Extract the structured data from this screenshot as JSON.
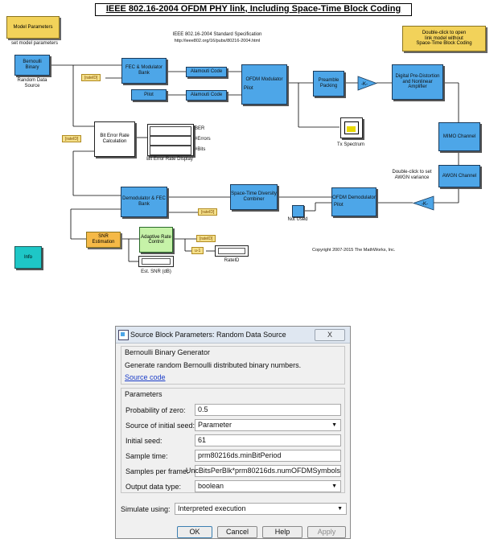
{
  "diagram": {
    "title": "IEEE 802.16-2004 OFDM PHY link, Including Space-Time Block Coding",
    "spec_line1": "IEEE 802.16-2004 Standard Specification",
    "spec_line2": "http://ieee802.org/16/pubs/80216-2004.html",
    "copyright": "Copyright 2007-2015 The MathWorks, Inc.",
    "model_params_label": "Model Parameters",
    "set_model_params": "set model parameters",
    "double_click_line1": "Double-click to open",
    "double_click_line2": "link model without",
    "double_click_line3": "Space-Time Block Coding",
    "blocks": {
      "bernoulli": "Bernoulli Binary",
      "bernoulli_caption1": "Random Data",
      "bernoulli_caption2": "Source",
      "fec_mod": "FEC & Modulator Bank",
      "alamouti1": "Alamouti Code",
      "alamouti2": "Alamouti Code",
      "pilot": "Pilot",
      "ofdm_mod": "OFDM Modulator",
      "ofdm_mod_pilot": "Pilot",
      "preamble": "Preamble Packing",
      "gain_tx": "-K-",
      "predistortion": "Digital Pre-Distortion and Nonlinear Amplifier",
      "tx_spectrum": "Tx Spectrum",
      "mimo": "MIMO Channel",
      "awgn": "AWGN Channel",
      "awgn_note1": "Double-click to set",
      "awgn_note2": "AWGN variance",
      "gain_rx": "-K-",
      "ofdm_demod": "OFDM Demodulator",
      "ofdm_demod_pilot": "Pilot",
      "stdc": "Space-Time Diversity Combiner",
      "not_used": "Not Used",
      "demod_fec": "Demodulator & FEC Bank",
      "ber_calc": "Bit Error Rate Calculation",
      "ber_display": "Bit Error Rate Display",
      "ber_label": "BER",
      "errors_label": "#Errors",
      "bits_label": "#Bits",
      "snr_est": "SNR Estimation",
      "adaptive": "Adaptive Rate Control",
      "est_snr": "Est. SNR (dB)",
      "u1": "u-1",
      "rateid": "RateID",
      "info": "Info"
    },
    "tags": {
      "rate_in_1": "[rateID]",
      "rate_in_2": "[rateID]",
      "rate_in_3": "[rateID]",
      "rate_out": "[rateID]"
    }
  },
  "dialog": {
    "title": "Source Block Parameters: Random Data Source",
    "close_glyph": "X",
    "block_name": "Bernoulli Binary Generator",
    "description": "Generate random Bernoulli distributed binary numbers.",
    "source_code_link": "Source code",
    "parameters_heading": "Parameters",
    "fields": {
      "prob_zero_label": "Probability of zero:",
      "prob_zero_value": "0.5",
      "seed_source_label": "Source of initial seed:",
      "seed_source_value": "Parameter",
      "initial_seed_label": "Initial seed:",
      "initial_seed_value": "61",
      "sample_time_label": "Sample time:",
      "sample_time_value": "prm80216ds.minBitPeriod",
      "samples_per_frame_label": "Samples per frame:",
      "samples_per_frame_value": "UncBitsPerBlk*prm80216ds.numOFDMSymbols",
      "output_type_label": "Output data type:",
      "output_type_value": "boolean"
    },
    "simulate_label": "Simulate using:",
    "simulate_value": "Interpreted execution",
    "buttons": {
      "ok": "OK",
      "cancel": "Cancel",
      "help": "Help",
      "apply": "Apply"
    }
  },
  "colors": {
    "block_blue": "#4da6e8",
    "annotation_yellow": "#f2d25a",
    "info_cyan": "#1ec7c7",
    "adaptive_green": "#c6f2a8",
    "link_blue": "#1a3cc8"
  }
}
